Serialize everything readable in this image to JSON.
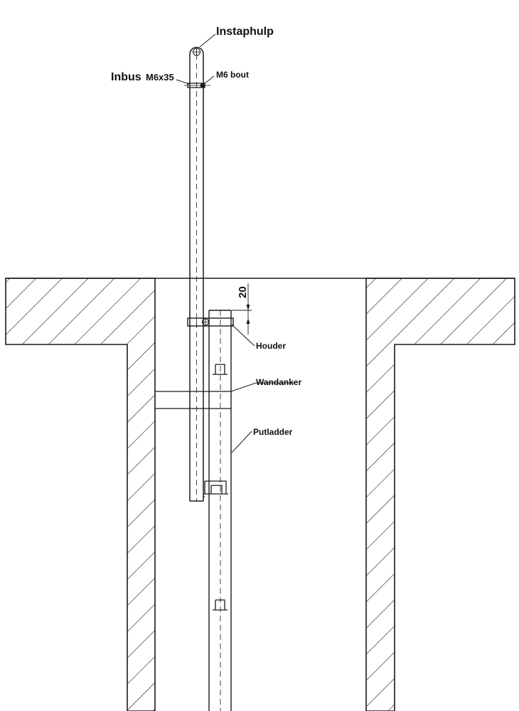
{
  "labels": {
    "instaphulp": "Instaphulp",
    "inbus_word": "Inbus",
    "inbus_size": "M6x35",
    "bolt": "M6 bout",
    "dimension": "20",
    "houder": "Houder",
    "wandanker": "Wandanker",
    "putladder": "Putladder"
  },
  "colors": {
    "line": "#1a1a1a",
    "background": "#ffffff"
  }
}
